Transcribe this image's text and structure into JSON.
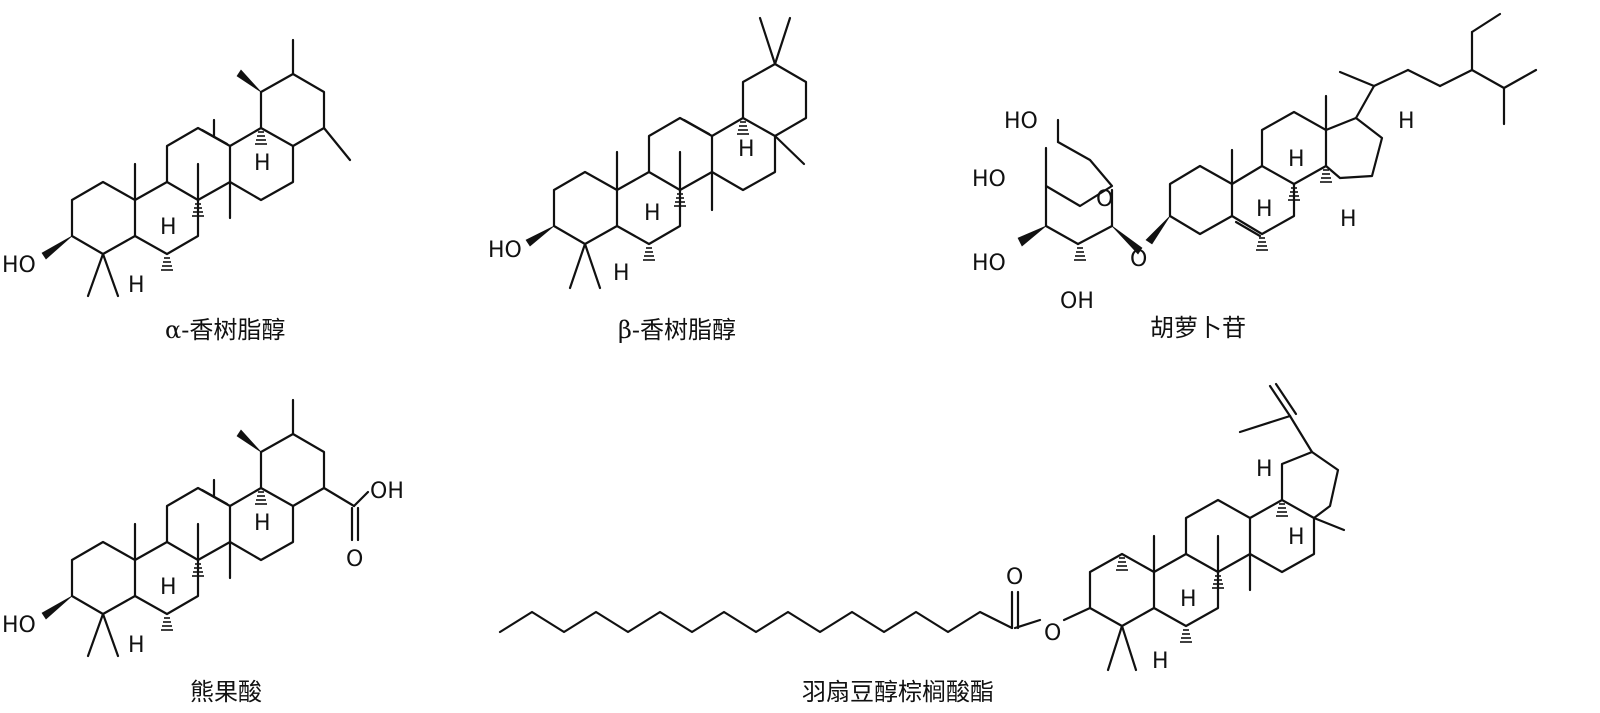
{
  "captions": {
    "alpha_amyrin": "α-香树脂醇",
    "beta_amyrin": "β-香树脂醇",
    "daucosterol": "胡萝卜苷",
    "ursolic_acid": "熊果酸",
    "lupeol_palmitate": "羽扇豆醇棕榈酸酯"
  },
  "atoms": {
    "ho": "HO",
    "oh": "OH",
    "h": "H",
    "o": "O"
  }
}
